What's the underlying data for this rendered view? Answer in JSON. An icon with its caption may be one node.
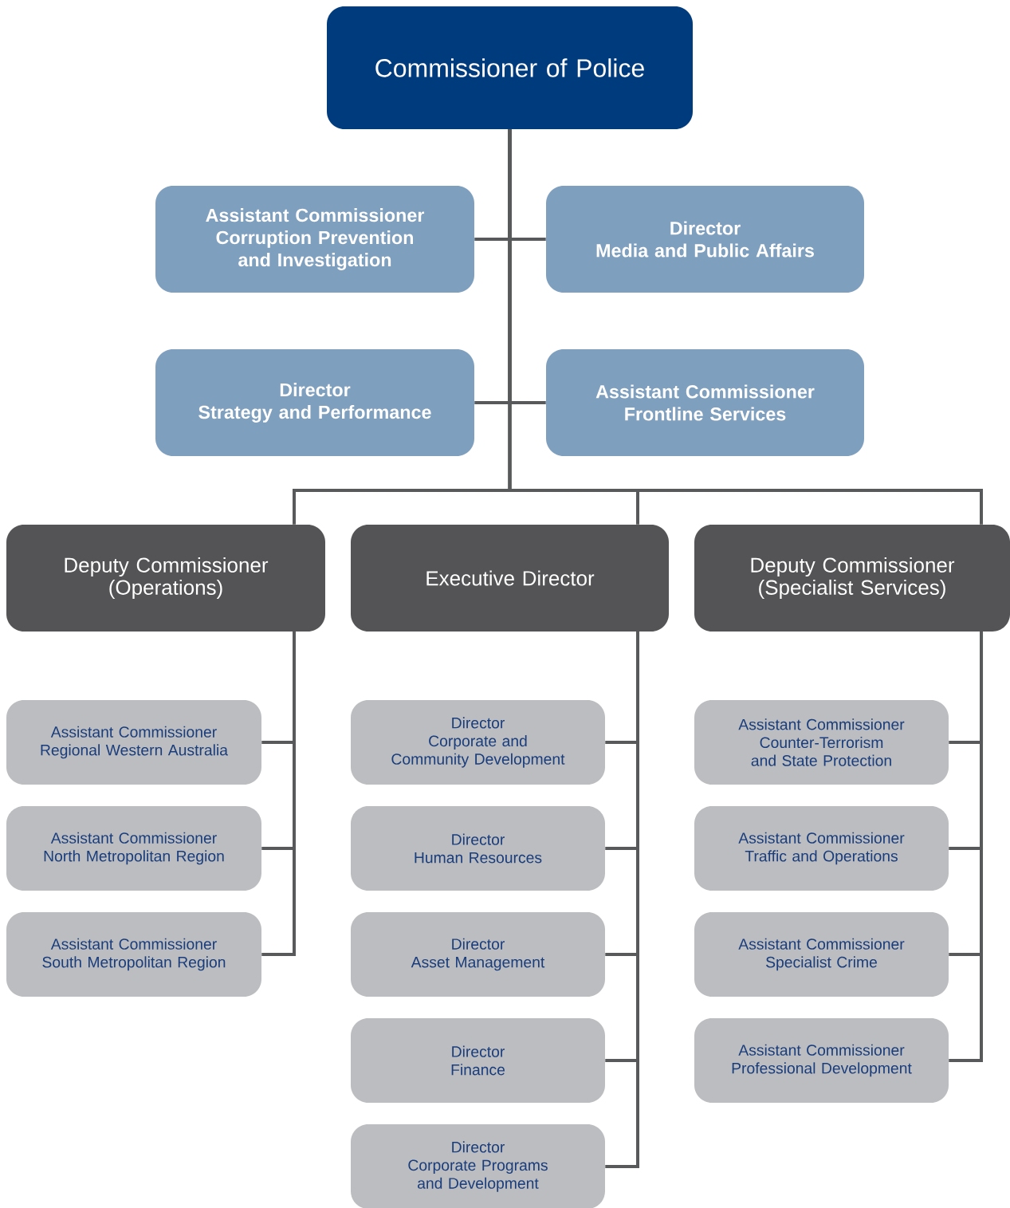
{
  "diagram": {
    "nodes": [
      {
        "text": [
          "Commissioner of Police"
        ]
      },
      {
        "text": [
          "Assistant Commissioner",
          "Corruption Prevention and Investigation"
        ]
      },
      {
        "text": [
          "Director",
          "Media and Public Affairs"
        ]
      },
      {
        "text": [
          "Director",
          "Strategy and Performance"
        ]
      },
      {
        "text": [
          "Assistant Commissioner",
          "Frontline Services"
        ]
      },
      {
        "text": [
          "Deputy Commissioner",
          "(Operations)"
        ]
      },
      {
        "text": [
          "Executive Director"
        ]
      },
      {
        "text": [
          "Deputy Commissioner",
          "(Specialist Services)"
        ]
      },
      {
        "text": [
          "Assistant Commissioner",
          "Regional Western Australia"
        ]
      },
      {
        "text": [
          "Assistant Commissioner",
          "North Metropolitan Region"
        ]
      },
      {
        "text": [
          "Assistant Commissioner",
          "South Metropolitan Region"
        ]
      },
      {
        "text": [
          "Director",
          "Corporate and Community Development"
        ]
      },
      {
        "text": [
          "Director",
          "Human Resources"
        ]
      },
      {
        "text": [
          "Director",
          "Asset Management"
        ]
      },
      {
        "text": [
          "Director",
          "Finance"
        ]
      },
      {
        "text": [
          "Director",
          "Corporate Programs and Development"
        ]
      },
      {
        "text": [
          "Assistant Commissioner",
          "Counter-Terrorism and State Protection"
        ]
      },
      {
        "text": [
          "Assistant Commissioner",
          "Traffic and Operations"
        ]
      },
      {
        "text": [
          "Assistant Commissioner",
          "Specialist Crime"
        ]
      },
      {
        "text": [
          "Assistant Commissioner",
          "Professional Development"
        ]
      }
    ],
    "edges": [
      {
        "from": 0,
        "to": 1,
        "arrow": "none"
      },
      {
        "from": 0,
        "to": 2,
        "arrow": "none"
      },
      {
        "from": 0,
        "to": 3,
        "arrow": "none"
      },
      {
        "from": 0,
        "to": 4,
        "arrow": "none"
      },
      {
        "from": 0,
        "to": 5,
        "arrow": "none"
      },
      {
        "from": 0,
        "to": 6,
        "arrow": "none"
      },
      {
        "from": 0,
        "to": 7,
        "arrow": "none"
      },
      {
        "from": 5,
        "to": 8,
        "arrow": "none"
      },
      {
        "from": 5,
        "to": 9,
        "arrow": "none"
      },
      {
        "from": 5,
        "to": 10,
        "arrow": "none"
      },
      {
        "from": 6,
        "to": 11,
        "arrow": "none"
      },
      {
        "from": 6,
        "to": 12,
        "arrow": "none"
      },
      {
        "from": 6,
        "to": 13,
        "arrow": "none"
      },
      {
        "from": 6,
        "to": 14,
        "arrow": "none"
      },
      {
        "from": 6,
        "to": 15,
        "arrow": "none"
      },
      {
        "from": 7,
        "to": 16,
        "arrow": "none"
      },
      {
        "from": 7,
        "to": 17,
        "arrow": "none"
      },
      {
        "from": 7,
        "to": 18,
        "arrow": "none"
      },
      {
        "from": 7,
        "to": 19,
        "arrow": "none"
      }
    ]
  }
}
